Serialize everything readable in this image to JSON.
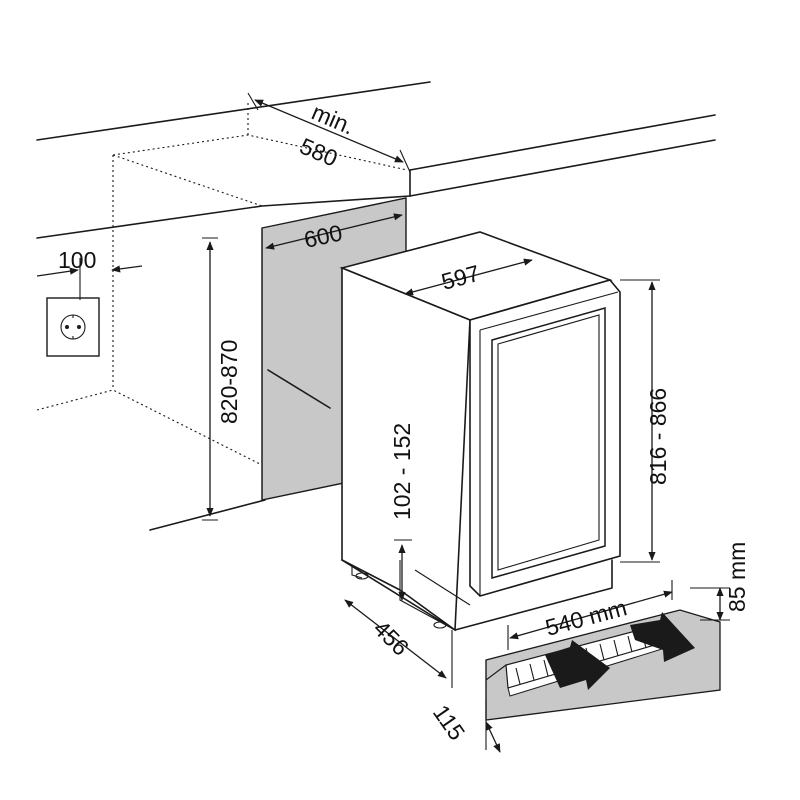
{
  "colors": {
    "line": "#1a1a1a",
    "panel": "#c8c8c8",
    "background": "#ffffff"
  },
  "icons": {
    "socket": "power-socket-icon",
    "airflow": "airflow-arrow-icon"
  },
  "dimensions": {
    "min_label": "min.",
    "depth_min": "580",
    "niche_width": "600",
    "socket_offset": "100",
    "niche_height": "820-870",
    "appliance_width": "597",
    "appliance_height": "816 - 866",
    "foot_range": "102 - 152",
    "appliance_depth": "456",
    "vent_width": "540 mm",
    "vent_height": "85 mm",
    "vent_depth": "115"
  }
}
